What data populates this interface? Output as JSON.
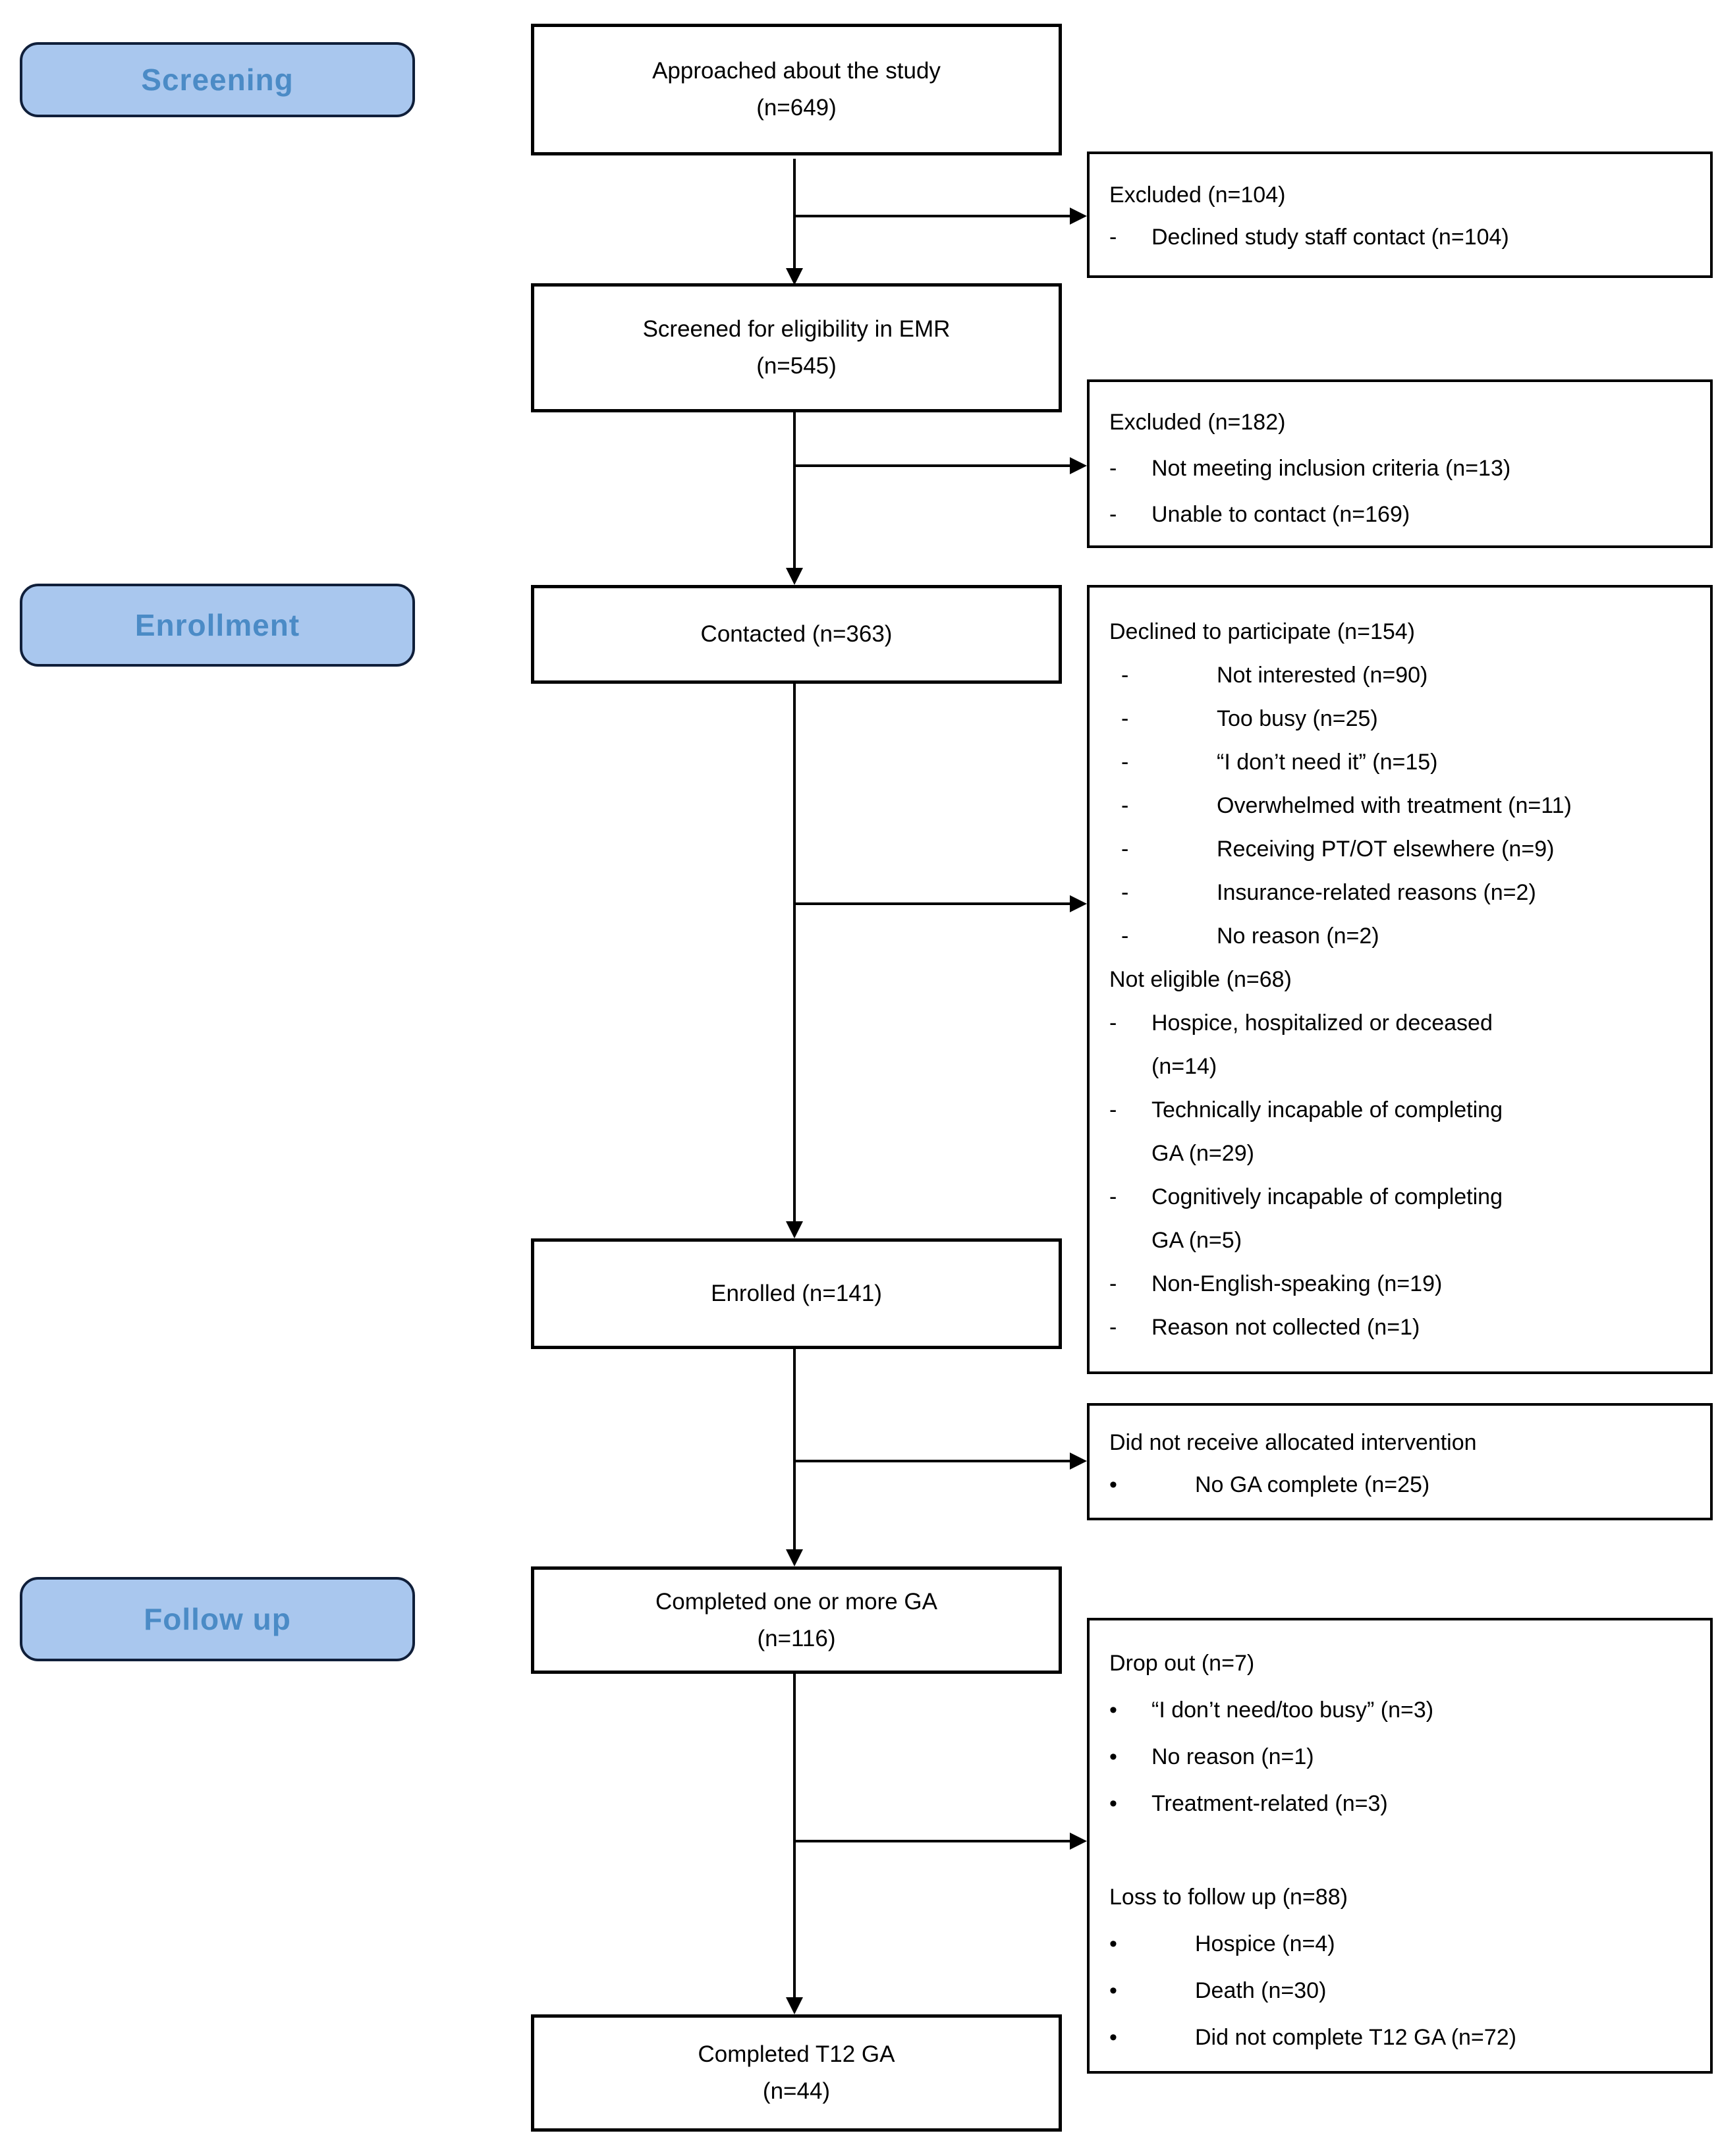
{
  "colors": {
    "stage_fill": "#a9c7ee",
    "stage_border": "#101f3a",
    "stage_text": "#4b8bc6",
    "box_border": "#000000",
    "background": "#ffffff"
  },
  "stages": [
    {
      "label": "Screening"
    },
    {
      "label": "Enrollment"
    },
    {
      "label": "Follow up"
    }
  ],
  "flow_boxes": {
    "approached": {
      "line1": "Approached about the study",
      "line2": "(n=649)"
    },
    "screened": {
      "line1": "Screened for eligibility in EMR",
      "line2": "(n=545)"
    },
    "contacted": {
      "line1": "Contacted (n=363)"
    },
    "enrolled": {
      "line1": "Enrolled (n=141)"
    },
    "completed_ga": {
      "line1": "Completed one or more GA",
      "line2": "(n=116)"
    },
    "completed_t12": {
      "line1": "Completed T12 GA",
      "line2": "(n=44)"
    }
  },
  "side_boxes": {
    "excluded_104": {
      "lines": [
        {
          "type": "head",
          "text": "Excluded (n=104)"
        },
        {
          "type": "dash-narrow",
          "text": "Declined study staff contact (n=104)"
        }
      ]
    },
    "excluded_182": {
      "lines": [
        {
          "type": "head",
          "text": "Excluded (n=182)"
        },
        {
          "type": "dash-narrow",
          "text": "Not meeting inclusion criteria (n=13)"
        },
        {
          "type": "dash-narrow",
          "text": "Unable to contact (n=169)"
        }
      ]
    },
    "declined": {
      "lines": [
        {
          "type": "head",
          "text": "Declined to participate (n=154)"
        },
        {
          "type": "dash-wide",
          "text": "Not interested (n=90)"
        },
        {
          "type": "dash-wide",
          "text": "Too busy (n=25)"
        },
        {
          "type": "dash-wide",
          "text": "“I don’t need it” (n=15)"
        },
        {
          "type": "dash-wide",
          "text": "Overwhelmed with treatment (n=11)"
        },
        {
          "type": "dash-wide",
          "text": "Receiving PT/OT elsewhere (n=9)"
        },
        {
          "type": "dash-wide",
          "text": "Insurance-related reasons (n=2)"
        },
        {
          "type": "dash-wide",
          "text": "No reason (n=2)"
        },
        {
          "type": "head",
          "text": "Not eligible (n=68)"
        },
        {
          "type": "dash-narrow",
          "text": "Hospice, hospitalized or deceased"
        },
        {
          "type": "cont-narrow",
          "text": "(n=14)"
        },
        {
          "type": "dash-narrow",
          "text": "Technically incapable of completing"
        },
        {
          "type": "cont-narrow",
          "text": "GA (n=29)"
        },
        {
          "type": "dash-narrow",
          "text": "Cognitively incapable of completing"
        },
        {
          "type": "cont-narrow",
          "text": "GA (n=5)"
        },
        {
          "type": "dash-narrow",
          "text": "Non-English-speaking (n=19)"
        },
        {
          "type": "dash-narrow",
          "text": "Reason not collected (n=1)"
        }
      ]
    },
    "no_intervention": {
      "lines": [
        {
          "type": "head",
          "text": "Did not receive allocated intervention"
        },
        {
          "type": "bullet-wide",
          "text": "No GA complete (n=25)"
        }
      ]
    },
    "dropout": {
      "lines": [
        {
          "type": "head",
          "text": "Drop out (n=7)"
        },
        {
          "type": "bullet-narrow",
          "text": "“I don’t need/too busy” (n=3)"
        },
        {
          "type": "bullet-narrow",
          "text": "No reason (n=1)"
        },
        {
          "type": "bullet-narrow",
          "text": "Treatment-related (n=3)"
        },
        {
          "type": "blank",
          "text": ""
        },
        {
          "type": "head",
          "text": "Loss to follow up (n=88)"
        },
        {
          "type": "bullet-wide",
          "text": "Hospice (n=4)"
        },
        {
          "type": "bullet-wide",
          "text": "Death (n=30)"
        },
        {
          "type": "bullet-wide",
          "text": "Did not complete T12 GA (n=72)"
        }
      ]
    }
  }
}
